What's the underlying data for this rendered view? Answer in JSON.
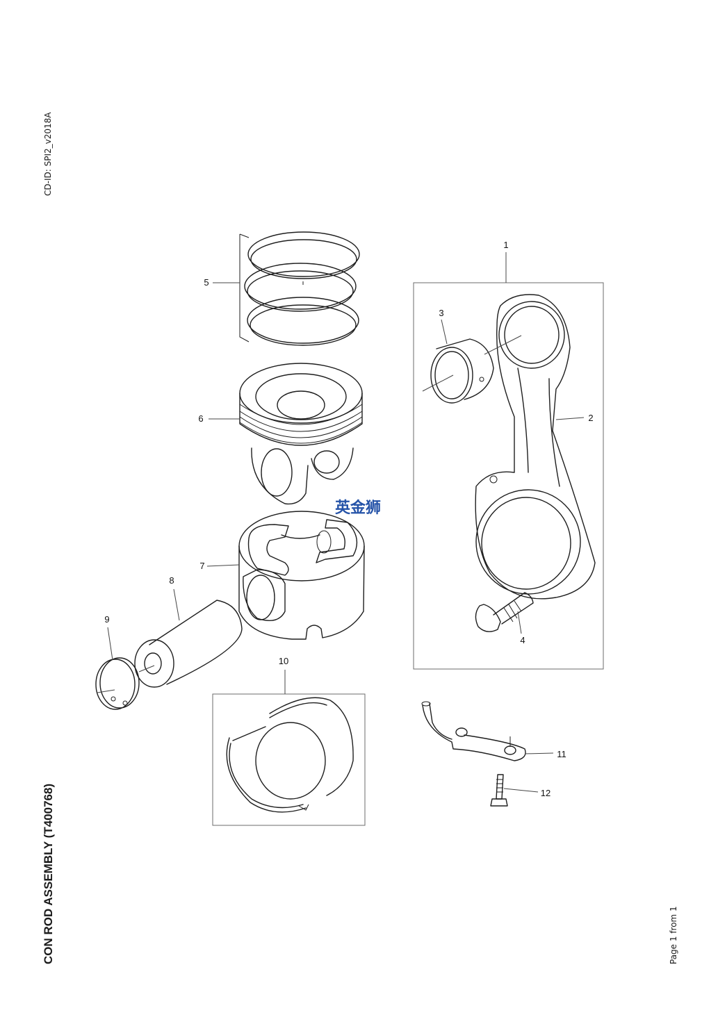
{
  "header": {
    "cd_id": "CD-ID: SPI2_v2018A"
  },
  "title": "CON ROD ASSEMBLY (T400768)",
  "footer": {
    "page": "Page 1 from 1"
  },
  "watermark": {
    "text": "英金狮",
    "color": "#2553a8"
  },
  "callouts": {
    "c1": "1",
    "c2": "2",
    "c3": "3",
    "c4": "4",
    "c5": "5",
    "c6": "6",
    "c7": "7",
    "c8": "8",
    "c9": "9",
    "c10": "10",
    "c11": "11",
    "c12": "12"
  }
}
